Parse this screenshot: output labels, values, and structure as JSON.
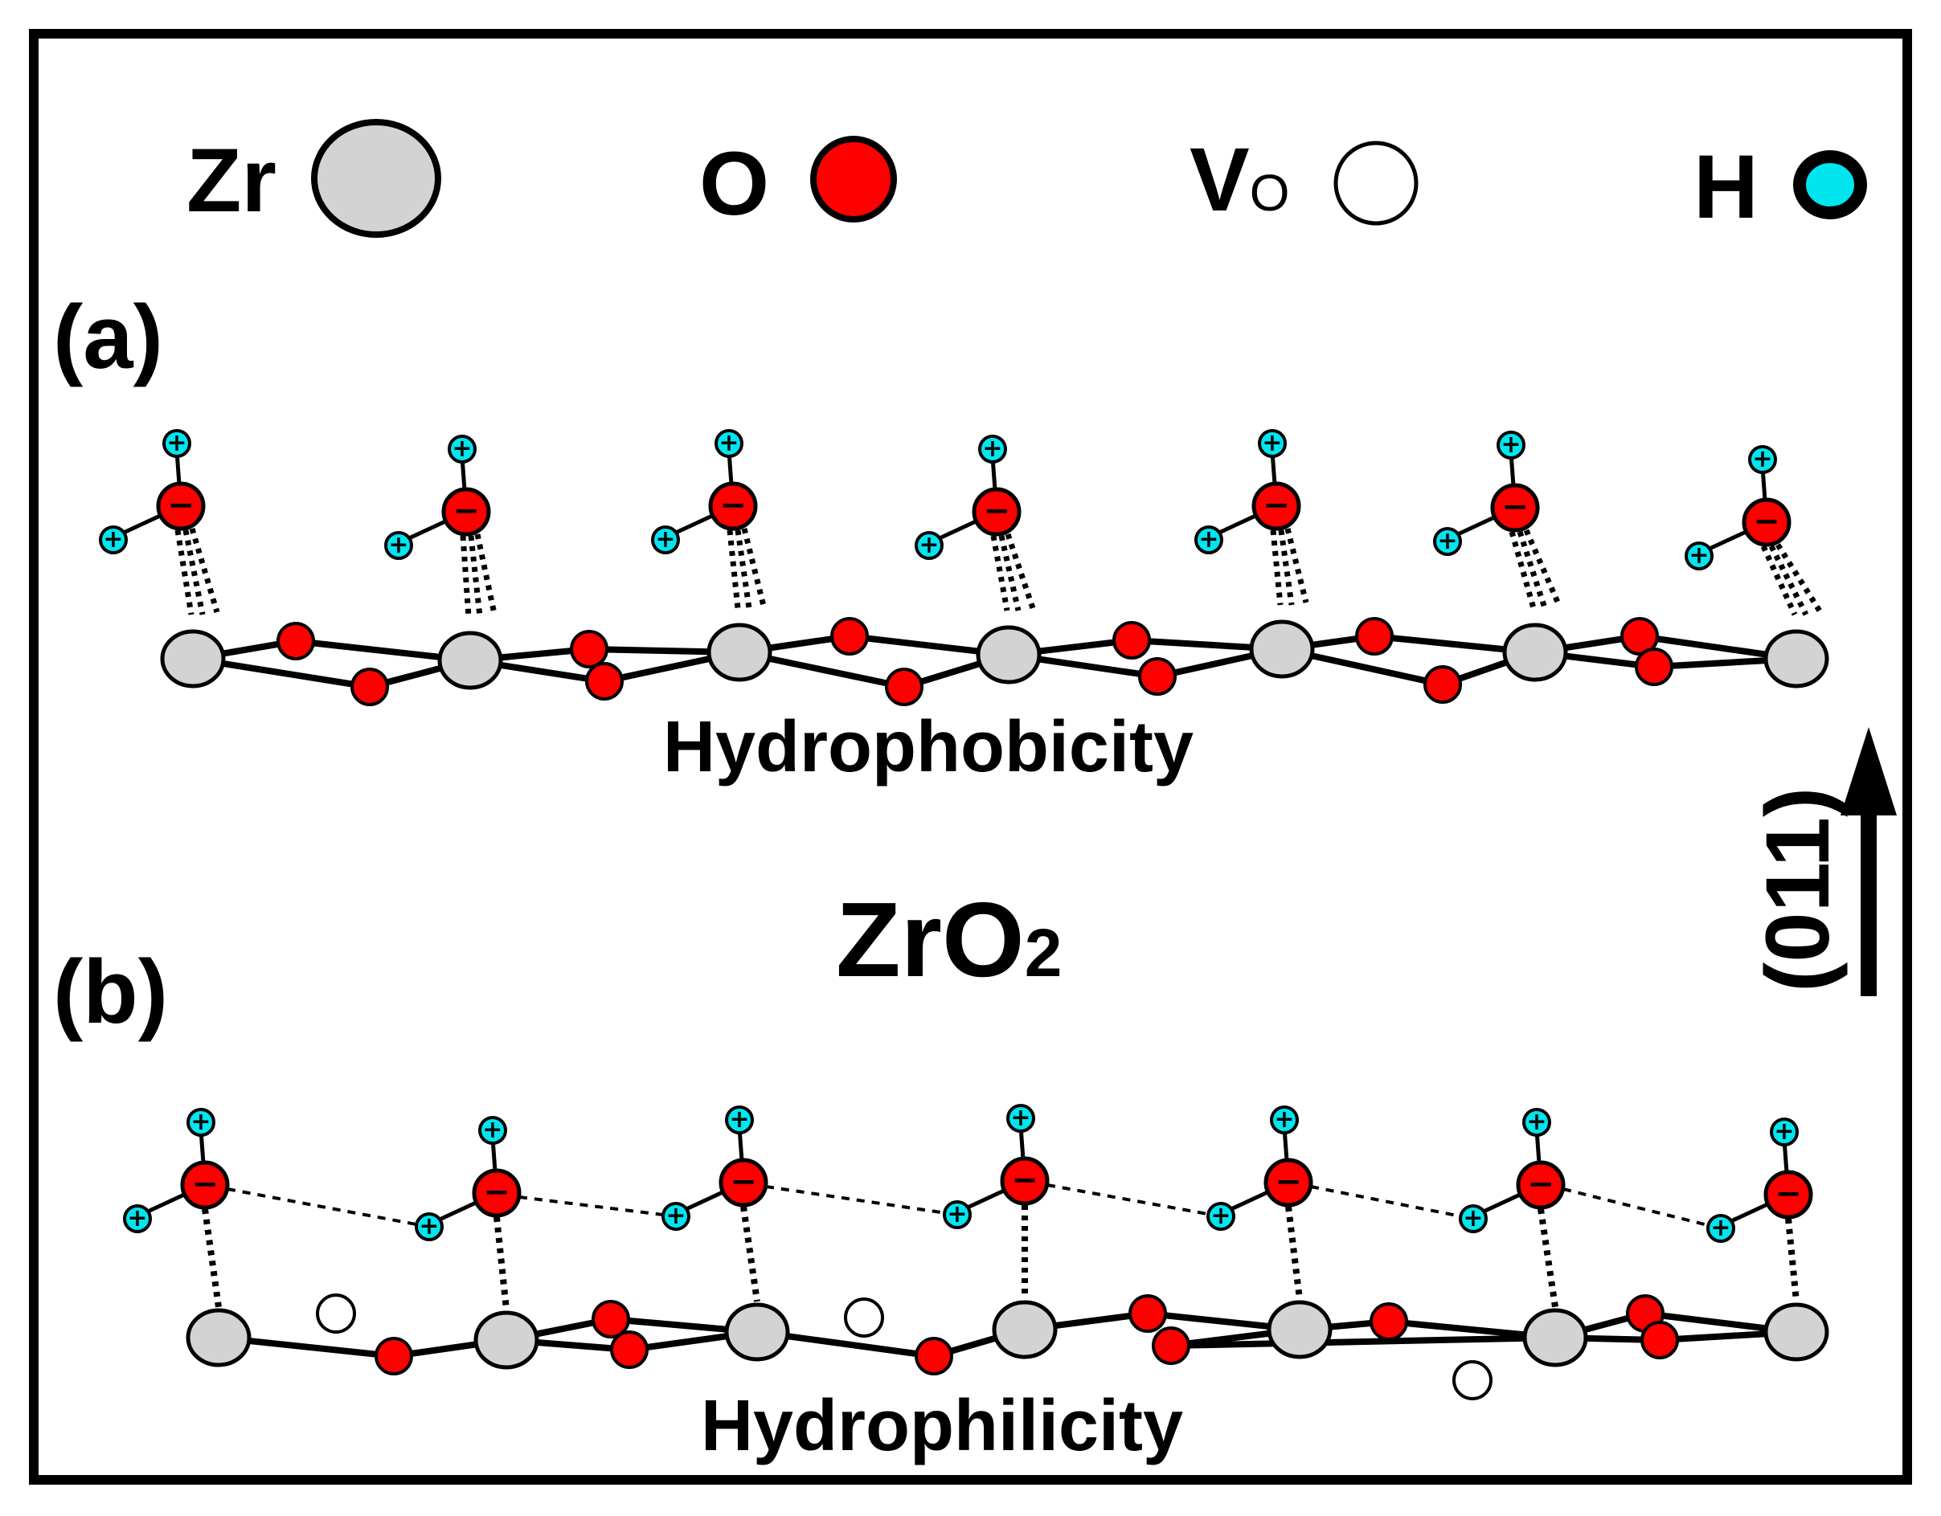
{
  "legend": {
    "zr": {
      "label": "Zr"
    },
    "o": {
      "label": "O"
    },
    "vo": {
      "label": "V",
      "sub": "O"
    },
    "h": {
      "label": "H"
    }
  },
  "colors": {
    "zr": "#d3d3d3",
    "o": "#ff0000",
    "vo": "#ffffff",
    "h": "#00e5ee",
    "outline": "#000000"
  },
  "panel_a": {
    "label": "(a)",
    "caption": "Hydrophobicity"
  },
  "panel_b": {
    "label": "(b)",
    "caption": "Hydrophilicity"
  },
  "compound": {
    "base": "ZrO",
    "sub": "2"
  },
  "direction": {
    "label": "(011)"
  },
  "charges": {
    "positive": "+",
    "negative": "−"
  },
  "icons": [
    "zr-atom",
    "o-atom",
    "oxygen-vacancy",
    "h-atom",
    "up-arrow"
  ]
}
